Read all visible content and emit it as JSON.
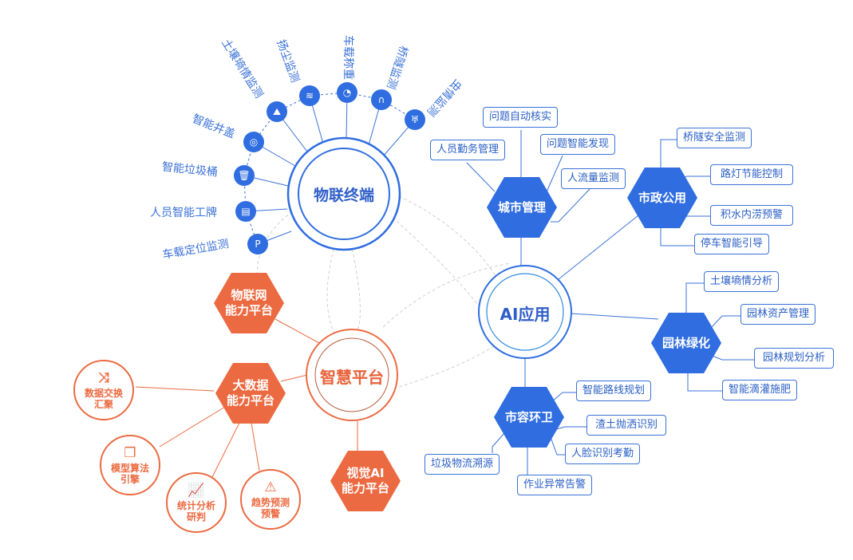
{
  "hubs": {
    "iot": {
      "label": "物联终端",
      "color": "#2f6de0"
    },
    "ai": {
      "label": "AI应用",
      "color": "#2f6de0"
    },
    "platform": {
      "label": "智慧平台",
      "color": "#ec6a41"
    }
  },
  "iot_terminals": [
    {
      "label": "车载定位监测",
      "icon": "parking-car-icon",
      "glyph": "P"
    },
    {
      "label": "人员智能工牌",
      "icon": "id-badge-icon",
      "glyph": "▤"
    },
    {
      "label": "智能垃圾桶",
      "icon": "trash-bin-icon",
      "glyph": "🗑"
    },
    {
      "label": "智能井盖",
      "icon": "manhole-cover-icon",
      "glyph": "◎"
    },
    {
      "label": "土壤墒情监测",
      "icon": "soil-icon",
      "glyph": "⛰"
    },
    {
      "label": "扬尘监测",
      "icon": "dust-tornado-icon",
      "glyph": "≋"
    },
    {
      "label": "车载称重",
      "icon": "gauge-icon",
      "glyph": "◔"
    },
    {
      "label": "桥隧监测",
      "icon": "tunnel-icon",
      "glyph": "∩"
    },
    {
      "label": "虫情监测",
      "icon": "insect-icon",
      "glyph": "♅"
    }
  ],
  "ai_categories": [
    {
      "label": "城市管理",
      "items": [
        "问题自动核实",
        "人员勤务管理",
        "问题智能发现",
        "人流量监测"
      ]
    },
    {
      "label": "市政公用",
      "items": [
        "桥隧安全监测",
        "路灯节能控制",
        "积水内涝预警",
        "停车智能引导"
      ]
    },
    {
      "label": "园林绿化",
      "items": [
        "土壤墒情分析",
        "园林资产管理",
        "园林规划分析",
        "智能滴灌施肥"
      ]
    },
    {
      "label": "市容环卫",
      "items": [
        "智能路线规划",
        "渣土抛洒识别",
        "人脸识别考勤",
        "垃圾物流溯源",
        "作业异常告警"
      ]
    }
  ],
  "platforms": [
    {
      "line1": "物联网",
      "line2": "能力平台"
    },
    {
      "line1": "大数据",
      "line2": "能力平台"
    },
    {
      "line1": "视觉AI",
      "line2": "能力平台"
    }
  ],
  "bigdata_capabilities": [
    {
      "line1": "数据交换",
      "line2": "汇聚",
      "icon": "shuffle-icon",
      "glyph": "⤨"
    },
    {
      "line1": "模型算法",
      "line2": "引擎",
      "icon": "cubes-icon",
      "glyph": "❒"
    },
    {
      "line1": "统计分析",
      "line2": "研判",
      "icon": "chart-up-icon",
      "glyph": "📈"
    },
    {
      "line1": "趋势预测",
      "line2": "预警",
      "icon": "alarm-light-icon",
      "glyph": "⚠"
    }
  ]
}
